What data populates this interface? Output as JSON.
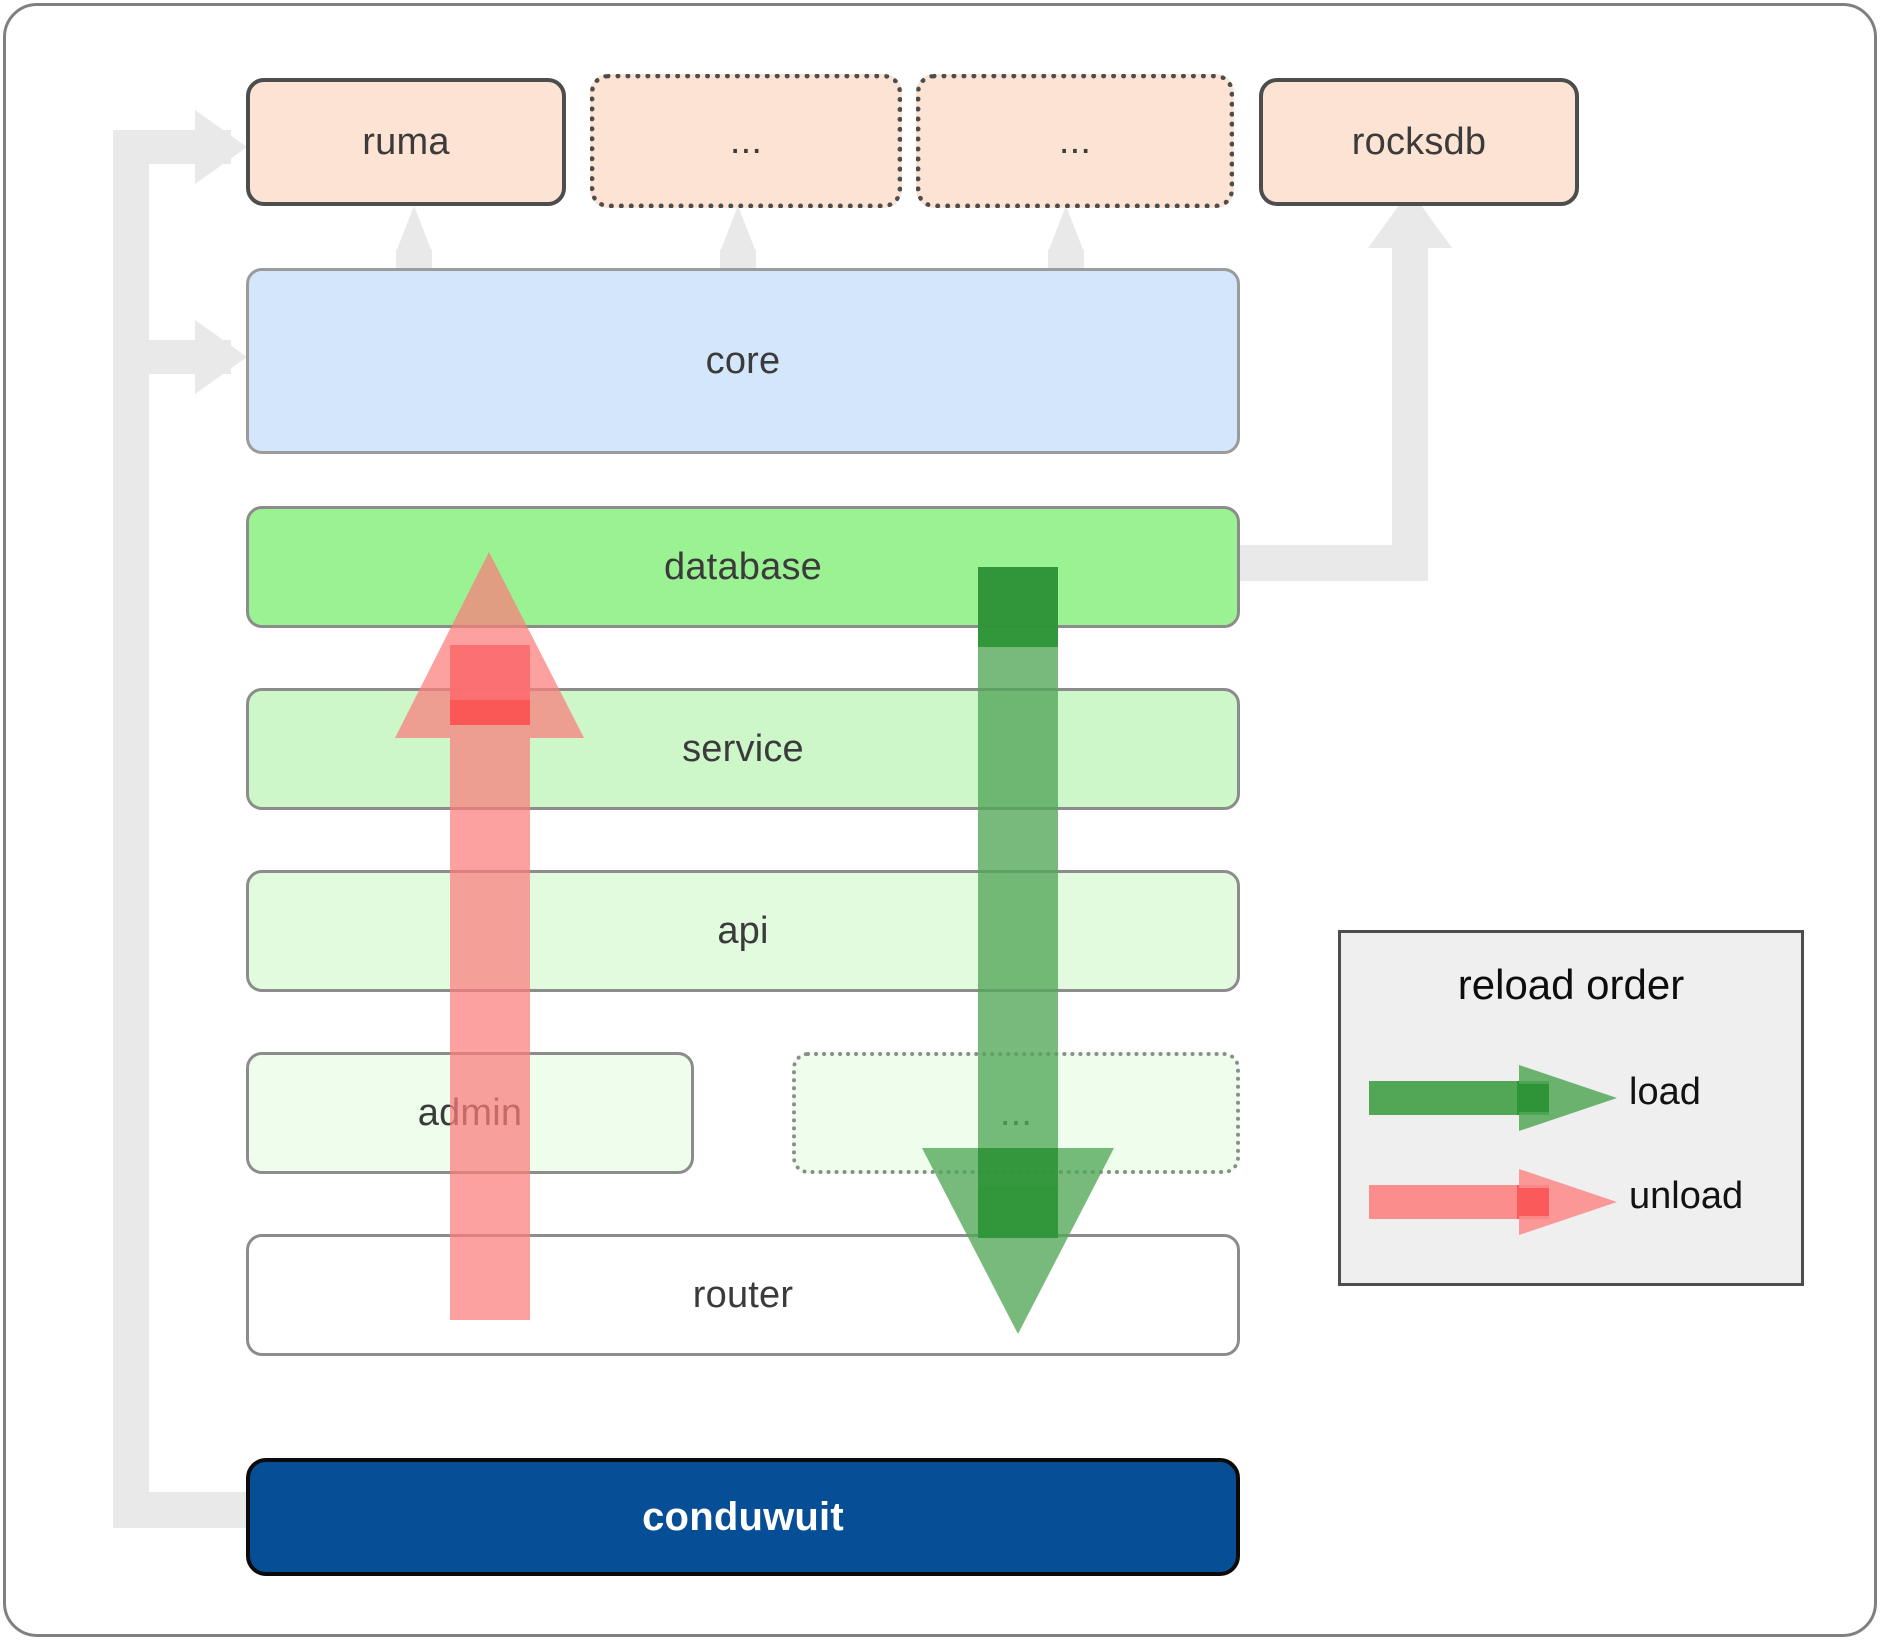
{
  "diagram": {
    "title": "conduwuit crate layering / reload order",
    "colors": {
      "dependency_fill": "#fce3d3",
      "dependency_stroke": "#4d4d4d",
      "core_fill": "#d4e6fb",
      "database_fill": "#9bf293",
      "service_fill": "#cdf6c9",
      "api_fill": "#e2fbdf",
      "admin_fill": "#eefdec",
      "router_fill": "#ffffff",
      "app_fill": "#064f96",
      "app_text": "#ffffff",
      "plumbing_arrow": "#e9e9e9",
      "load_arrow": "#4aa34f",
      "unload_arrow": "#f98080",
      "legend_bg": "#efefef",
      "frame_stroke": "#808080"
    },
    "dependencies": [
      {
        "id": "ruma",
        "label": "ruma",
        "style": "solid"
      },
      {
        "id": "dep-ellipsis-1",
        "label": "...",
        "style": "dotted"
      },
      {
        "id": "dep-ellipsis-2",
        "label": "...",
        "style": "dotted"
      },
      {
        "id": "rocksdb",
        "label": "rocksdb",
        "style": "solid"
      }
    ],
    "layers": [
      {
        "id": "core",
        "label": "core"
      },
      {
        "id": "database",
        "label": "database"
      },
      {
        "id": "service",
        "label": "service"
      },
      {
        "id": "api",
        "label": "api"
      },
      {
        "id": "admin",
        "label": "admin"
      },
      {
        "id": "layer-ellipsis",
        "label": "...",
        "style": "dotted"
      },
      {
        "id": "router",
        "label": "router"
      }
    ],
    "application": {
      "id": "conduwuit",
      "label": "conduwuit"
    },
    "legend": {
      "title": "reload order",
      "entries": [
        {
          "id": "load",
          "label": "load",
          "color": "#4aa34f"
        },
        {
          "id": "unload",
          "label": "unload",
          "color": "#f98080"
        }
      ]
    }
  }
}
